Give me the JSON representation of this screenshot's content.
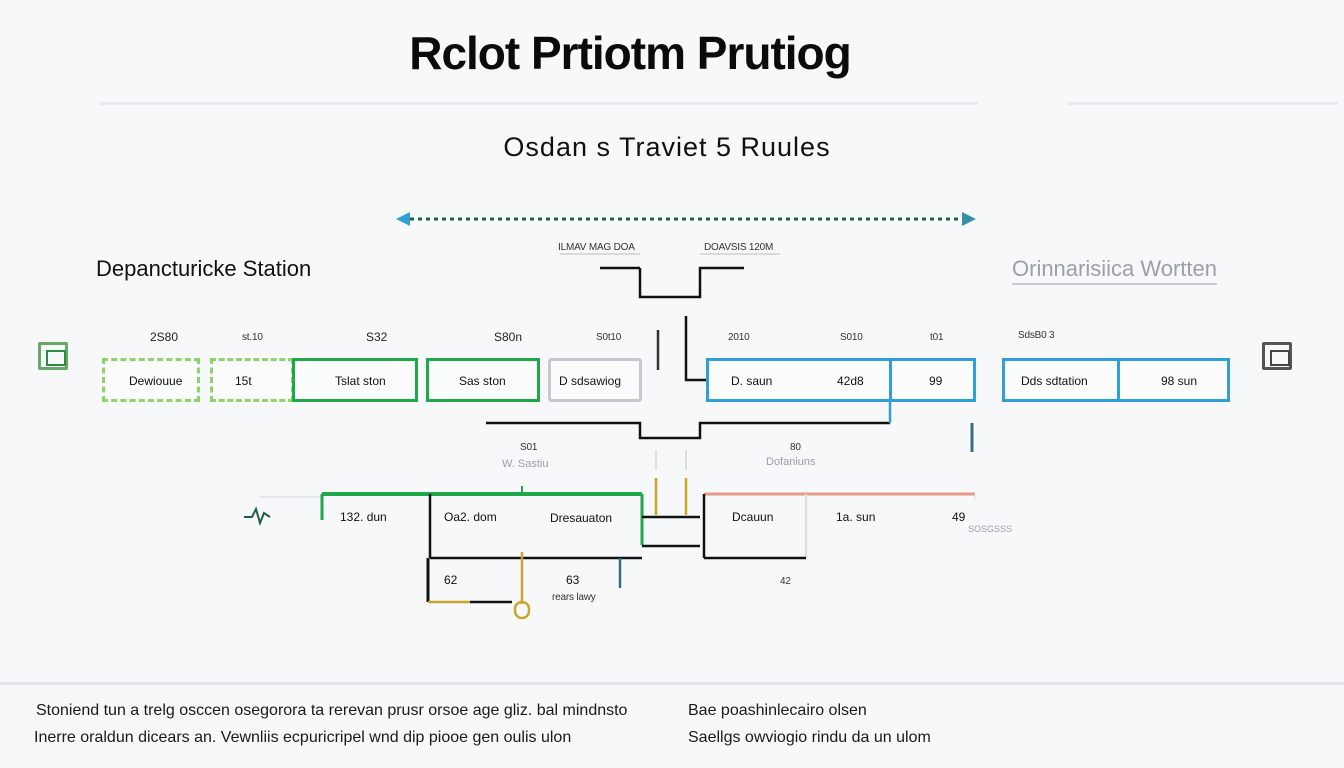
{
  "header": {
    "title": "Rclot Prtiotm Prutiog",
    "subtitle": "Osdan s Traviet 5 Ruules"
  },
  "stations": {
    "left": "Depancturicke Station",
    "right": "Orinnarisiica Wortten"
  },
  "top_timeline": {
    "label_left": "ILMAV MAG DOA",
    "label_right": "DOAVSIS 120M"
  },
  "row1": {
    "numbers": [
      "2S80",
      "st.10",
      "S32",
      "S80n",
      "S0t10",
      "2010",
      "S010",
      "t01",
      "SdsB0 3"
    ],
    "boxes": [
      "Dewiouue",
      "15t",
      "Tslat ston",
      "Sas ston",
      "D sdsawiog",
      "D. saun",
      "42d8",
      "99",
      "Dds sdtation",
      "98 sun"
    ]
  },
  "middle": {
    "left_number": "S01",
    "left_caption": "W. Sastiu",
    "right_number": "80",
    "right_caption": "Dofaniuns"
  },
  "row2": {
    "boxes": [
      "132. dun",
      "Oa2. dom",
      "Dresauaton",
      "Dcauun",
      "1a. sun",
      "49"
    ],
    "side_caption": "SOSGSSS"
  },
  "row3": {
    "left_number": "62",
    "center_number": "63",
    "center_caption": "rears lawy",
    "right_number": "42"
  },
  "footer": {
    "left_line1": "Stoniend tun a trelg osccen osegorora ta rerevan prusr orsoe age gliz. bal mindnsto",
    "left_line2": "Inerre oraldun dicears an. Vewnliis ecpuricripel wnd dip piooe gen oulis ulon",
    "right_line1": "Bae poashinlecairo olsen",
    "right_line2": "Saellgs owviogio rindu da un ulom"
  },
  "colors": {
    "green_light": "#8fd36b",
    "green": "#1fa84a",
    "gray": "#c3c9cf",
    "blue": "#2f9fd6",
    "dark_line": "#111111",
    "salmon": "#e59a8a",
    "olive": "#c9a52c",
    "dotted_line": "#1f5f4a"
  },
  "icons": [
    "station-left-icon",
    "station-right-icon",
    "arrow-left-icon",
    "arrow-right-icon",
    "signal-icon",
    "pin-icon"
  ]
}
